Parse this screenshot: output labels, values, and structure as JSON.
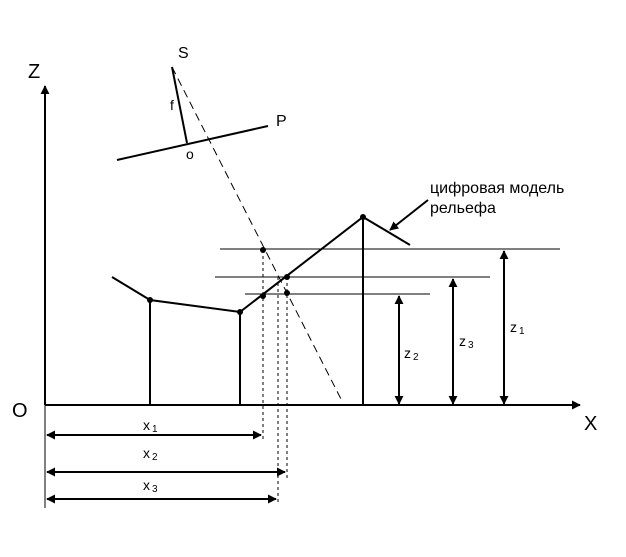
{
  "axes": {
    "z_label": "Z",
    "x_label": "X",
    "origin_label": "O"
  },
  "projection": {
    "center_label": "S",
    "focal_label": "f",
    "principal_point_label": "o",
    "plane_label": "P"
  },
  "annotation": {
    "line1": "цифровая модель",
    "line2": "рельефа"
  },
  "heights": [
    {
      "base": "z",
      "sub": "1"
    },
    {
      "base": "z",
      "sub": "2"
    },
    {
      "base": "z",
      "sub": "3"
    }
  ],
  "distances": [
    {
      "base": "x",
      "sub": "1"
    },
    {
      "base": "x",
      "sub": "2"
    },
    {
      "base": "x",
      "sub": "3"
    }
  ]
}
